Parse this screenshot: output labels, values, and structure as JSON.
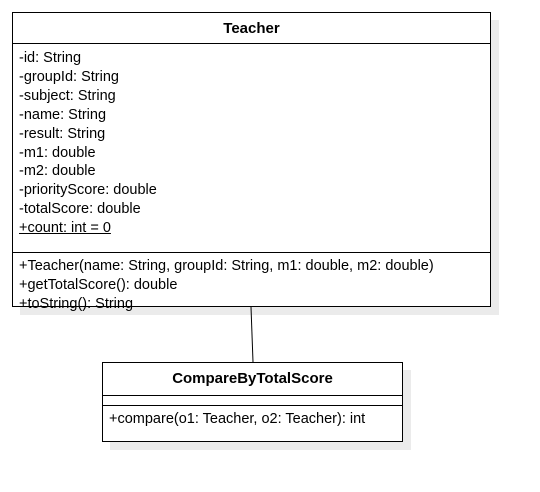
{
  "teacher_class": {
    "name": "Teacher",
    "attributes": [
      "-id: String",
      "-groupId: String",
      "-subject: String",
      "-name: String",
      "-result: String",
      "-m1: double",
      "-m2: double",
      "-priorityScore: double",
      "-totalScore: double",
      "+count: int = 0"
    ],
    "operations": [
      "+Teacher(name: String, groupId: String, m1: double, m2: double)",
      "+getTotalScore(): double",
      "+toString(): String"
    ]
  },
  "compare_class": {
    "name": "CompareByTotalScore",
    "attributes": [],
    "operations": [
      "+compare(o1: Teacher, o2: Teacher): int"
    ]
  },
  "colors": {
    "border": "#000000",
    "background": "#ffffff",
    "text": "#000000"
  }
}
